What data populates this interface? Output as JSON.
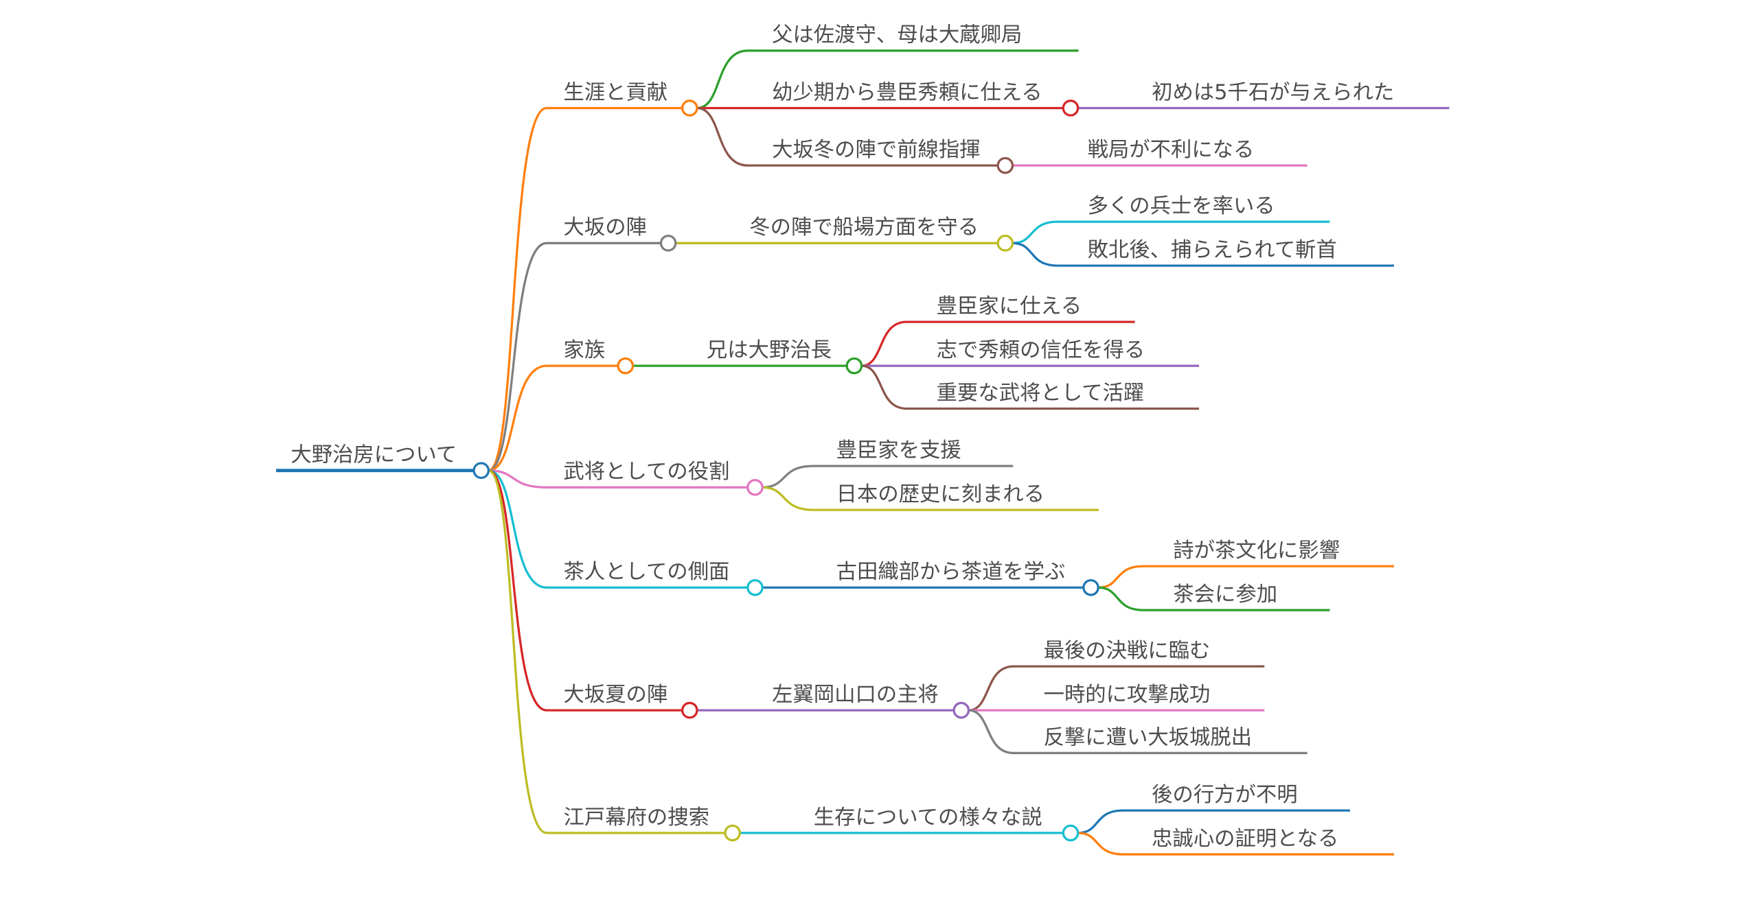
{
  "root": {
    "label": "大野治房について",
    "color": "#1f77b4"
  },
  "branches": [
    {
      "label": "生涯と貢献",
      "color": "#ff7f0e",
      "children": [
        {
          "label": "父は佐渡守、母は大蔵卿局",
          "color": "#2ca02c",
          "children": []
        },
        {
          "label": "幼少期から豊臣秀頼に仕える",
          "color": "#d62728",
          "children": [
            {
              "label": "初めは5千石が与えられた",
              "color": "#9467bd"
            }
          ]
        },
        {
          "label": "大坂冬の陣で前線指揮",
          "color": "#8c564b",
          "children": [
            {
              "label": "戦局が不利になる",
              "color": "#e377c2"
            }
          ]
        }
      ]
    },
    {
      "label": "大坂の陣",
      "color": "#7f7f7f",
      "children": [
        {
          "label": "冬の陣で船場方面を守る",
          "color": "#bcbd22",
          "children": [
            {
              "label": "多くの兵士を率いる",
              "color": "#17becf"
            },
            {
              "label": "敗北後、捕らえられて斬首",
              "color": "#1f77b4"
            }
          ]
        }
      ]
    },
    {
      "label": "家族",
      "color": "#ff7f0e",
      "children": [
        {
          "label": "兄は大野治長",
          "color": "#2ca02c",
          "children": [
            {
              "label": "豊臣家に仕える",
              "color": "#d62728"
            },
            {
              "label": "志で秀頼の信任を得る",
              "color": "#9467bd"
            },
            {
              "label": "重要な武将として活躍",
              "color": "#8c564b"
            }
          ]
        }
      ]
    },
    {
      "label": "武将としての役割",
      "color": "#e377c2",
      "children": [
        {
          "label": "豊臣家を支援",
          "color": "#7f7f7f",
          "children": []
        },
        {
          "label": "日本の歴史に刻まれる",
          "color": "#bcbd22",
          "children": []
        }
      ]
    },
    {
      "label": "茶人としての側面",
      "color": "#17becf",
      "children": [
        {
          "label": "古田織部から茶道を学ぶ",
          "color": "#1f77b4",
          "children": [
            {
              "label": "詩が茶文化に影響",
              "color": "#ff7f0e"
            },
            {
              "label": "茶会に参加",
              "color": "#2ca02c"
            }
          ]
        }
      ]
    },
    {
      "label": "大坂夏の陣",
      "color": "#d62728",
      "children": [
        {
          "label": "左翼岡山口の主将",
          "color": "#9467bd",
          "children": [
            {
              "label": "最後の決戦に臨む",
              "color": "#8c564b"
            },
            {
              "label": "一時的に攻撃成功",
              "color": "#e377c2"
            },
            {
              "label": "反撃に遭い大坂城脱出",
              "color": "#7f7f7f"
            }
          ]
        }
      ]
    },
    {
      "label": "江戸幕府の捜索",
      "color": "#bcbd22",
      "children": [
        {
          "label": "生存についての様々な説",
          "color": "#17becf",
          "children": [
            {
              "label": "後の行方が不明",
              "color": "#1f77b4"
            },
            {
              "label": "忠誠心の証明となる",
              "color": "#ff7f0e"
            }
          ]
        }
      ]
    }
  ]
}
